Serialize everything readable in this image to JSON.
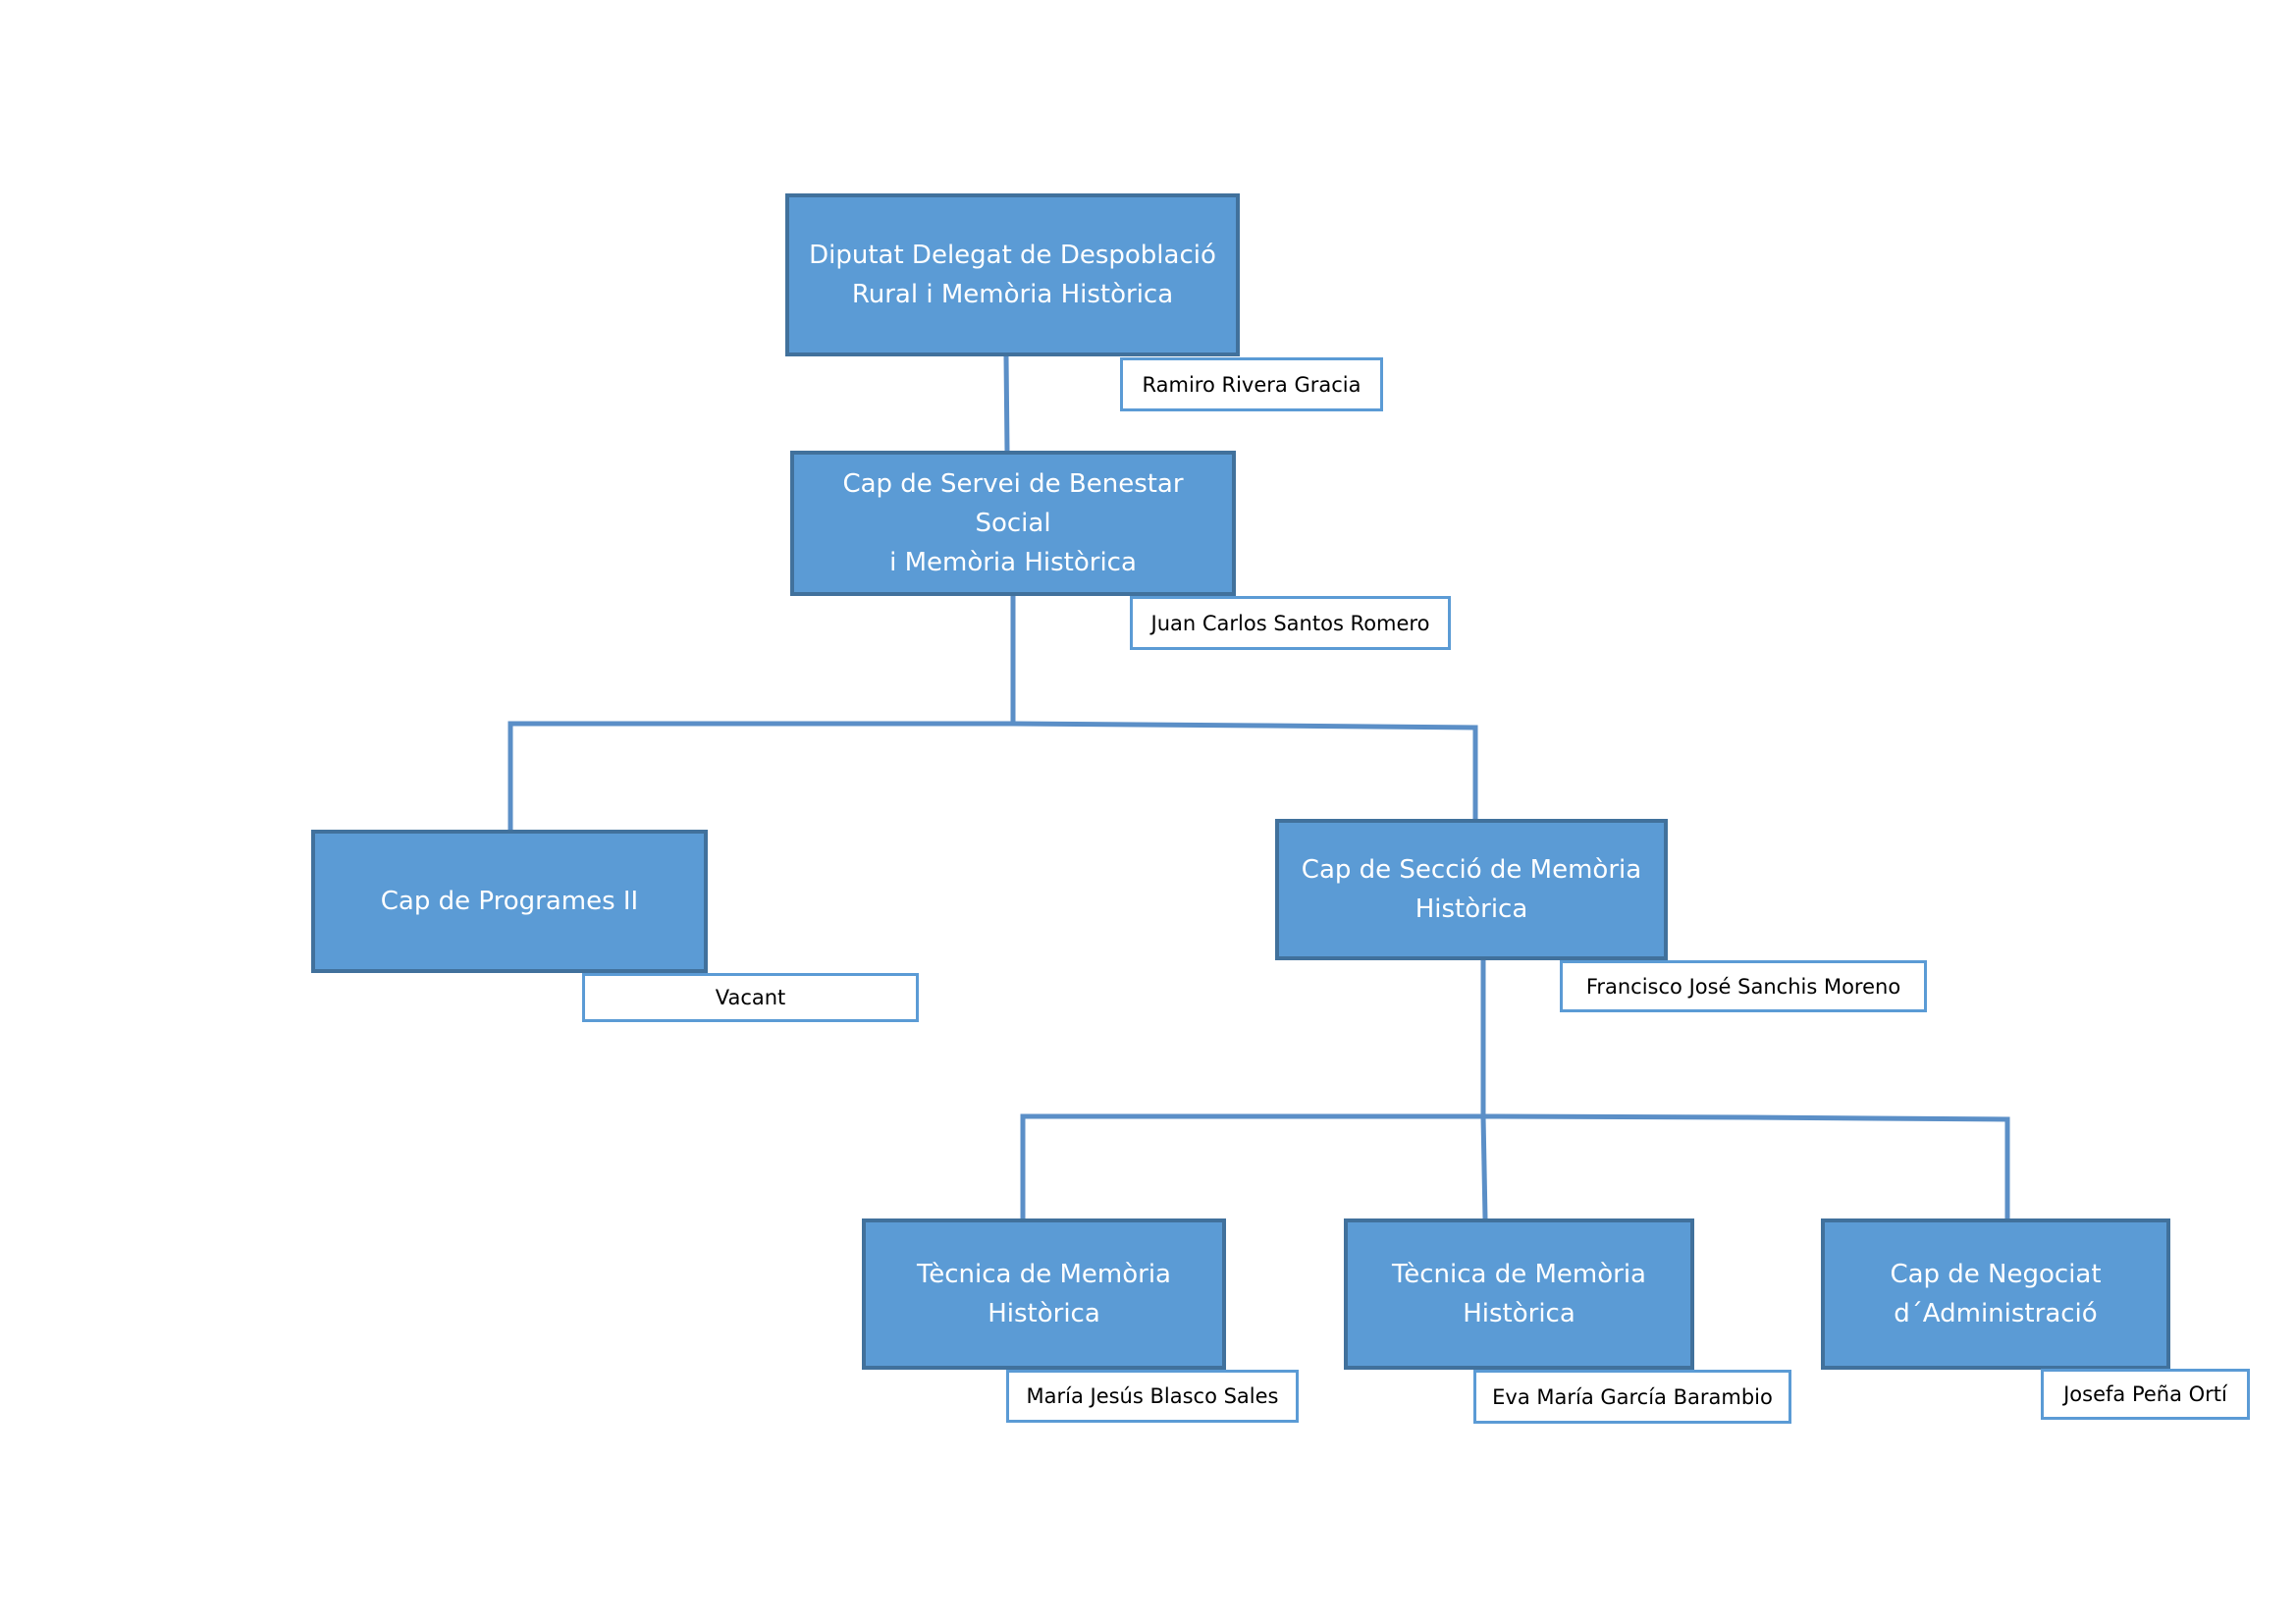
{
  "org_chart": {
    "diputat": {
      "role": "Diputat Delegat de Despoblació\nRural i Memòria Històrica",
      "name": "Ramiro Rivera Gracia"
    },
    "cap_servei": {
      "role": "Cap de Servei de Benestar Social\ni Memòria Històrica",
      "name": "Juan Carlos Santos Romero"
    },
    "cap_programes": {
      "role": "Cap de Programes II",
      "name": "Vacant"
    },
    "cap_seccio": {
      "role": "Cap de Secció de Memòria\nHistòrica",
      "name": "Francisco José Sanchis Moreno"
    },
    "tecnica_1": {
      "role": "Tècnica de Memòria\nHistòrica",
      "name": "María Jesús Blasco Sales"
    },
    "tecnica_2": {
      "role": "Tècnica de Memòria\nHistòrica",
      "name": "Eva María García Barambio"
    },
    "cap_negociat": {
      "role": "Cap de Negociat\nd´Administració",
      "name": "Josefa Peña Ortí"
    }
  },
  "colors": {
    "box_fill": "#5b9bd5",
    "box_border": "#41719c",
    "connector": "#5b8fc7",
    "name_box_border": "#5b9bd5"
  }
}
